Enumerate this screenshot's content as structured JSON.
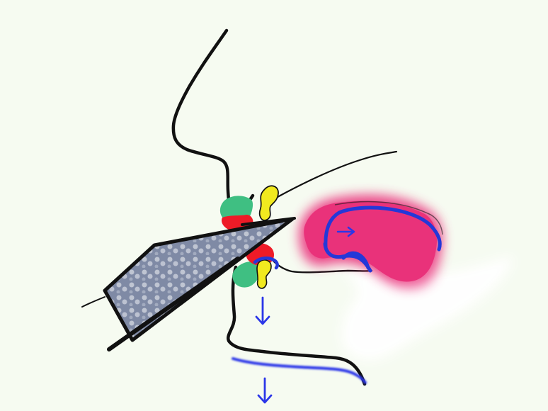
{
  "diagram": {
    "title": "",
    "labels": [],
    "colors": {
      "background": "#f6fbf1",
      "outline": "#111111",
      "tongue_pink": "#e9327a",
      "tongue_outline": "#2438d8",
      "arrow_blue": "#2b36e8",
      "green_fill": "#3fbf82",
      "red_fill": "#ee1b27",
      "yellow_fill": "#f1e91f",
      "instrument_fill": "#7f8aa5",
      "instrument_dots": "#c7cbd8"
    },
    "arrows": [
      {
        "name": "tongue-arrow",
        "direction": "right"
      },
      {
        "name": "down-arrow-upper",
        "direction": "down"
      },
      {
        "name": "down-arrow-lower",
        "direction": "down"
      }
    ]
  }
}
